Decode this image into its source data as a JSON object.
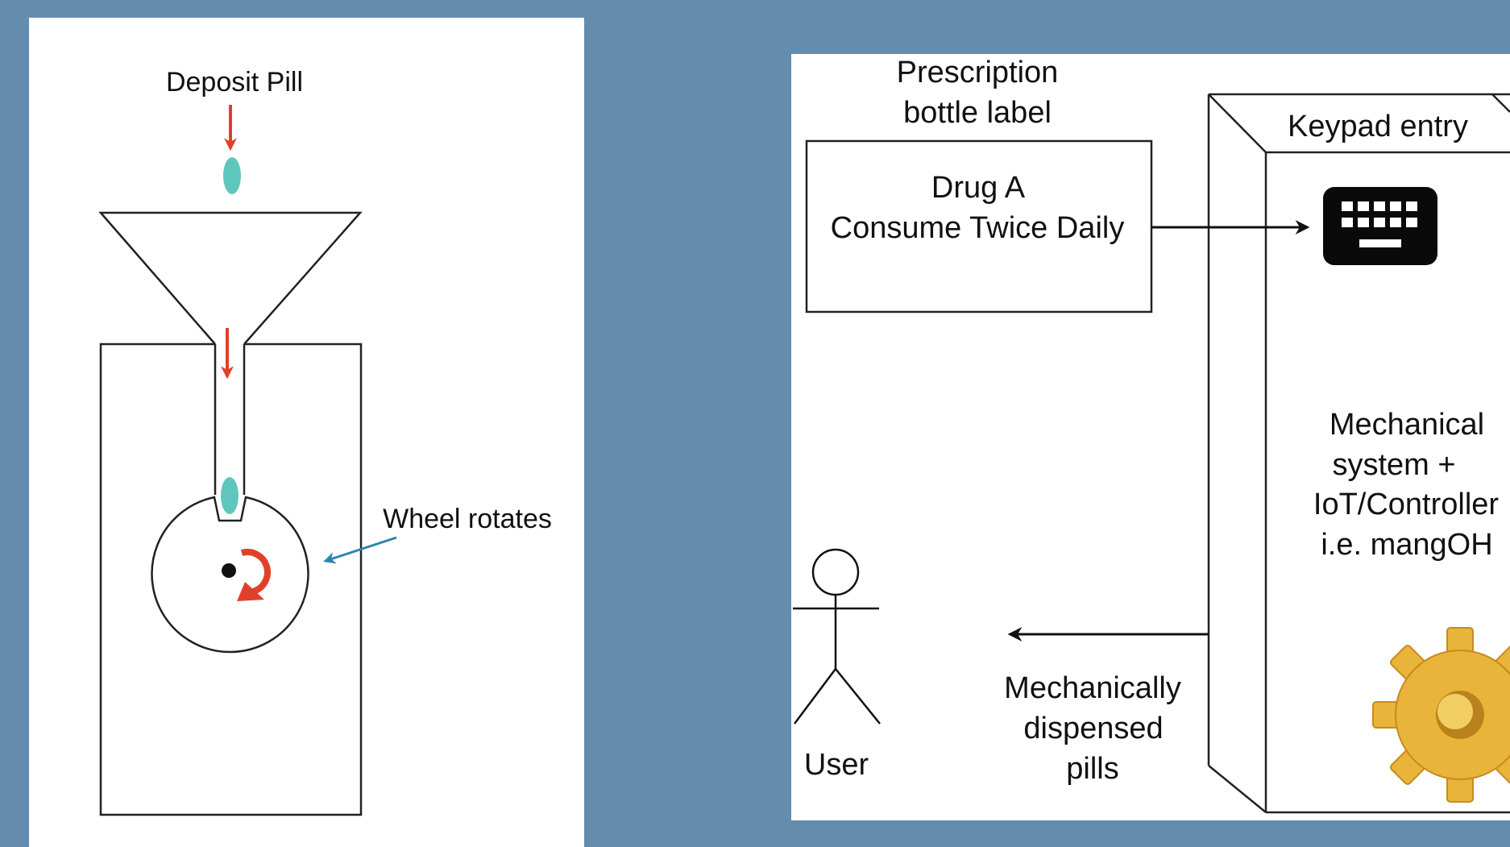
{
  "left_diagram": {
    "deposit_label": "Deposit Pill",
    "wheel_label": "Wheel rotates"
  },
  "right_diagram": {
    "prescription_label_line1": "Prescription",
    "prescription_label_line2": "bottle label",
    "drug_line1": "Drug A",
    "drug_line2": "Consume Twice Daily",
    "keypad_label": "Keypad entry",
    "system_line1": "Mechanical",
    "system_line2": "system +",
    "system_line3": "IoT/Controller",
    "system_line4": "i.e. mangOH",
    "dispensed_line1": "Mechanically",
    "dispensed_line2": "dispensed",
    "dispensed_line3": "pills",
    "user_label": "User"
  },
  "colors": {
    "background": "#648cad",
    "arrow_red": "#e0402a",
    "pill_teal": "#5fc6bd",
    "arrow_blue": "#2a86b0",
    "gear_gold": "#e8b43a"
  },
  "icons": [
    "keyboard-icon",
    "gear-icon",
    "stick-figure-icon",
    "rotation-arrow-icon"
  ]
}
